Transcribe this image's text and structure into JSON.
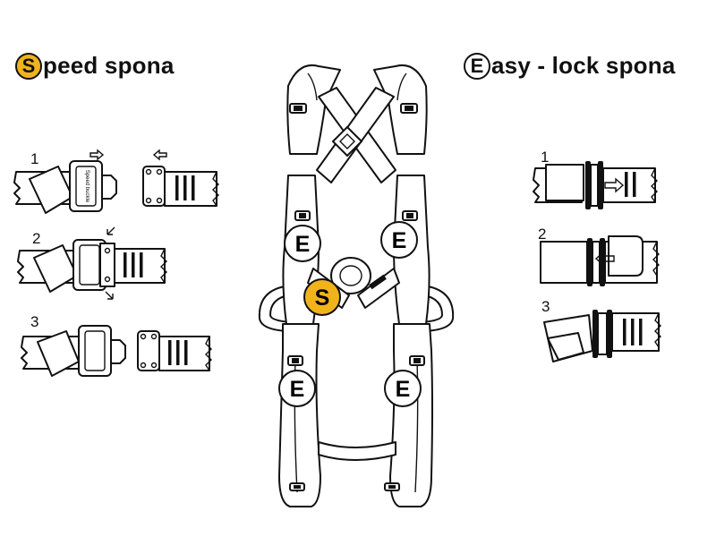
{
  "legend": {
    "speed": {
      "badge": "S",
      "text": "peed spona",
      "color": "#f1b31c"
    },
    "easy": {
      "badge": "E",
      "text": "asy - lock spona"
    }
  },
  "speed_steps": [
    "1",
    "2",
    "3"
  ],
  "easy_steps": [
    "1",
    "2",
    "3"
  ],
  "buckle_print": "Speed buckle",
  "markers": {
    "e_chest_left": "E",
    "e_chest_right": "E",
    "s_center": "S",
    "e_leg_left": "E",
    "e_leg_right": "E"
  }
}
